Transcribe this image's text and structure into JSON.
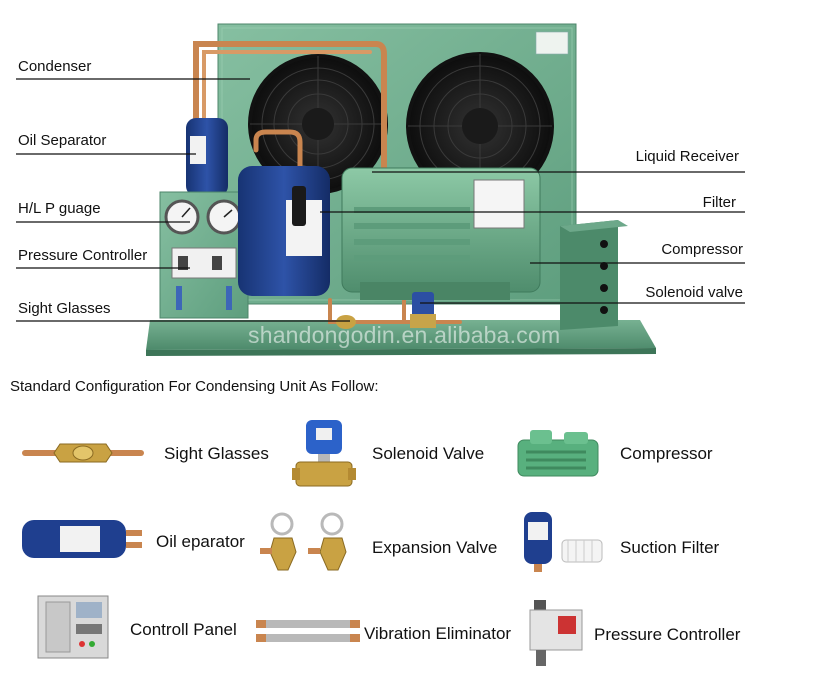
{
  "diagram": {
    "labels_left": [
      "Condenser",
      "Oil Separator",
      "H/L P guage",
      "Pressure Controller",
      "Sight Glasses"
    ],
    "labels_right": [
      "Liquid Receiver",
      "Filter",
      "Compressor",
      "Solenoid valve"
    ],
    "watermark": "shandongodin.en.alibaba.com"
  },
  "config": {
    "title": "Standard Configuration For Condensing Unit As Follow:",
    "items": [
      {
        "label": "Sight Glasses",
        "icon": "sight-glass-icon"
      },
      {
        "label": "Solenoid Valve",
        "icon": "solenoid-valve-icon"
      },
      {
        "label": "Compressor",
        "icon": "compressor-icon"
      },
      {
        "label": "Oil eparator",
        "icon": "oil-separator-icon"
      },
      {
        "label": "Expansion Valve",
        "icon": "expansion-valve-icon"
      },
      {
        "label": "Suction Filter",
        "icon": "suction-filter-icon"
      },
      {
        "label": "Controll Panel",
        "icon": "control-panel-icon"
      },
      {
        "label": "Vibration Eliminator",
        "icon": "vibration-eliminator-icon"
      },
      {
        "label": "Pressure Controller",
        "icon": "pressure-controller-icon"
      }
    ]
  },
  "colors": {
    "unit_green": "#5e9e7e",
    "copper": "#c9854f",
    "receiver_blue": "#1f3f8f"
  }
}
